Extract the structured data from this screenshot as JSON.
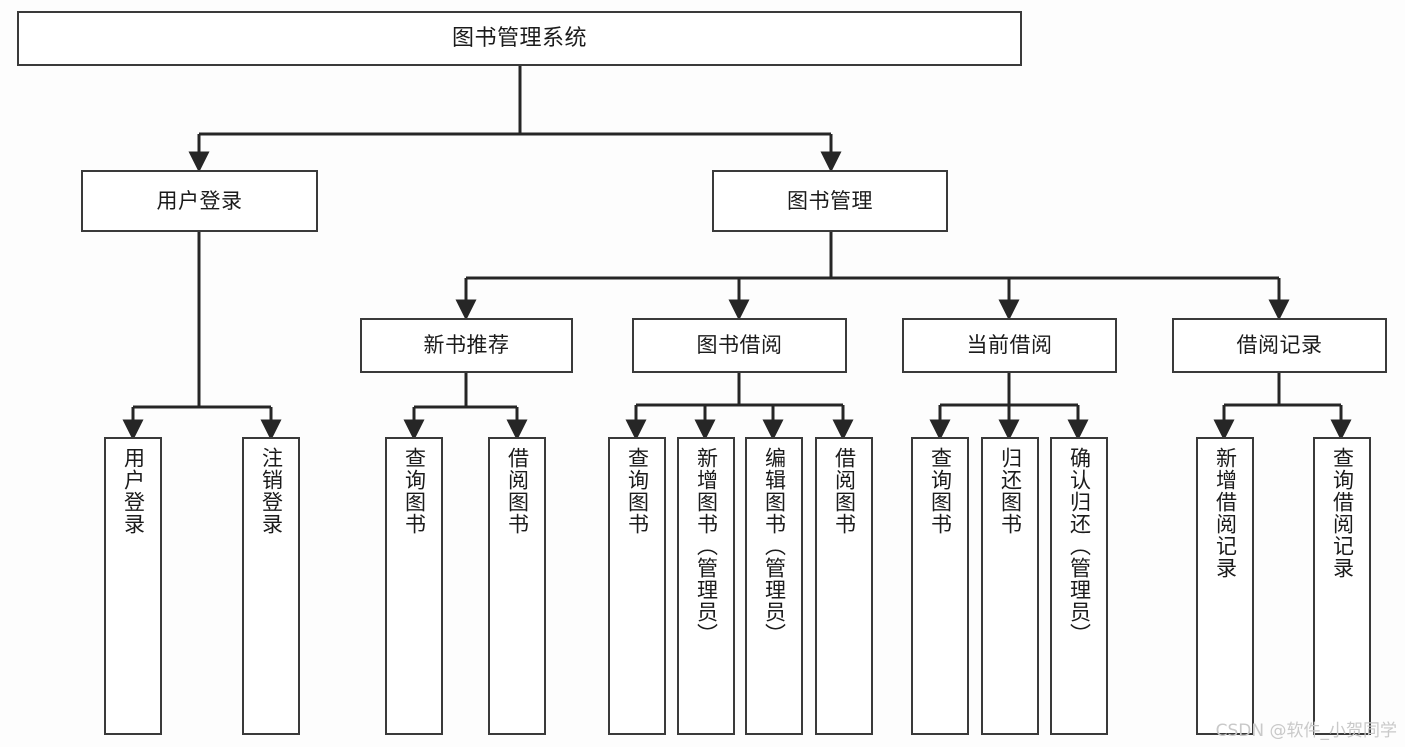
{
  "diagram": {
    "title": "图书管理系统",
    "type": "tree-hierarchy",
    "watermark": "CSDN @软件_小贺同学",
    "colors": {
      "background": "#fdfdfd",
      "box_border": "#3a3a3a",
      "box_fill": "#ffffff",
      "text": "#1b1b1b",
      "connector": "#262626",
      "watermark": "#c9c9c9"
    }
  },
  "nodes": {
    "root": {
      "label": "图书管理系统"
    },
    "level2": [
      {
        "label": "用户登录"
      },
      {
        "label": "图书管理"
      }
    ],
    "level3": [
      {
        "label": "新书推荐"
      },
      {
        "label": "图书借阅"
      },
      {
        "label": "当前借阅"
      },
      {
        "label": "借阅记录"
      }
    ],
    "leaves": {
      "user_login": [
        {
          "label": "用户登录"
        },
        {
          "label": "注销登录"
        }
      ],
      "new_book": [
        {
          "label": "查询图书"
        },
        {
          "label": "借阅图书"
        }
      ],
      "borrow_book": [
        {
          "label": "查询图书"
        },
        {
          "label": "新增图书（管理员）"
        },
        {
          "label": "编辑图书（管理员）"
        },
        {
          "label": "借阅图书"
        }
      ],
      "current_borrow": [
        {
          "label": "查询图书"
        },
        {
          "label": "归还图书"
        },
        {
          "label": "确认归还（管理员）"
        }
      ],
      "borrow_record": [
        {
          "label": "新增借阅记录"
        },
        {
          "label": "查询借阅记录"
        }
      ]
    }
  }
}
